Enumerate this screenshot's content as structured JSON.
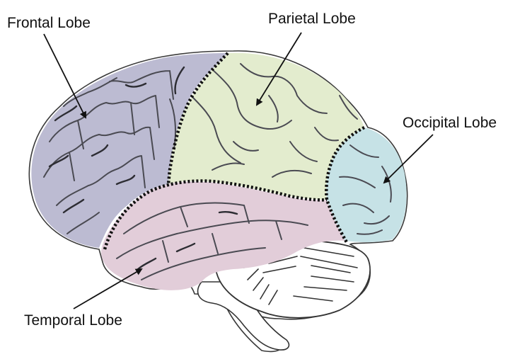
{
  "labels": {
    "frontal": "Frontal Lobe",
    "parietal": "Parietal Lobe",
    "occipital": "Occipital Lobe",
    "temporal": "Temporal Lobe"
  },
  "colors": {
    "frontal": "#bcbbd2",
    "parietal": "#e3ecce",
    "occipital": "#c6e2e6",
    "temporal": "#e2cdd9",
    "cerebellum": "#ffffff",
    "boundary": "#111111",
    "gyri": "#4a4a52"
  }
}
